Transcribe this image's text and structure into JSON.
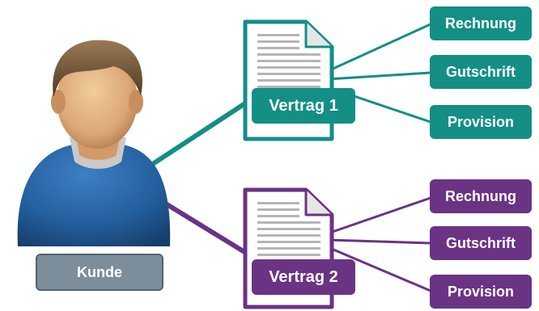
{
  "customer": {
    "label": "Kunde"
  },
  "contracts": [
    {
      "label": "Vertrag 1",
      "color": "#138f86",
      "documents": [
        "Rechnung",
        "Gutschrift",
        "Provision"
      ]
    },
    {
      "label": "Vertrag 2",
      "color": "#6b3383",
      "documents": [
        "Rechnung",
        "Gutschrift",
        "Provision"
      ]
    }
  ],
  "icons": {
    "customer": "person-icon",
    "contract": "document-icon"
  }
}
